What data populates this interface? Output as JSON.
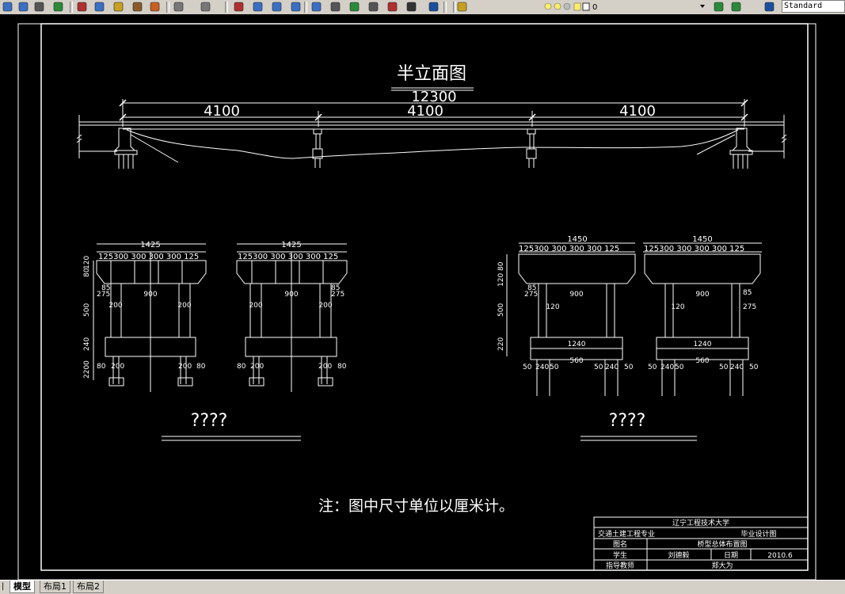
{
  "toolbar": {
    "layer_value": "0",
    "text_style": "Standard",
    "icons": [
      "open-icon",
      "save-icon",
      "print-icon",
      "preview-icon",
      "cut-icon",
      "copy-icon",
      "paste-icon",
      "matchprop-icon",
      "brush-icon",
      "undo-icon",
      "redo-icon",
      "pan-icon",
      "zoom-realtime-icon",
      "zoom-window-icon",
      "zoom-previous-icon",
      "properties-icon",
      "designcenter-icon",
      "toolpalettes-icon",
      "sheetset-icon",
      "markup-icon",
      "calculator-icon",
      "help-icon",
      "layer-manager-icon",
      "layer-state-icons",
      "layer-previous-icon",
      "textstyle-icon"
    ]
  },
  "drawing": {
    "title": "半立面图",
    "total_span": "12300",
    "spans": [
      "4100",
      "4100",
      "4100"
    ],
    "pier_labels": [
      "????",
      "????"
    ],
    "note": "注：图中尺寸单位以厘米计。",
    "section_a": {
      "width": "1425",
      "divisions": "125300  300  300  300 125",
      "heights": [
        "80",
        "120",
        "500",
        "240",
        "2200"
      ],
      "labels": [
        "85",
        "275",
        "900",
        "200",
        "200",
        "80",
        "200",
        "200",
        "80"
      ]
    },
    "section_b": {
      "width": "1425",
      "divisions": "125300  300  300  300 125",
      "labels": [
        "85",
        "275",
        "900",
        "200",
        "200",
        "80",
        "200",
        "200",
        "80"
      ]
    },
    "section_c": {
      "width": "1450",
      "divisions": "125300   300   300   300 125",
      "heights": [
        "80",
        "120",
        "500",
        "220"
      ],
      "labels": [
        "85",
        "275",
        "900",
        "120",
        "1240",
        "560",
        "50",
        "240",
        "50",
        "50",
        "240",
        "50"
      ]
    },
    "section_d": {
      "width": "1450",
      "divisions": "125300   300   300   300 125",
      "labels": [
        "85",
        "275",
        "900",
        "120",
        "1240",
        "560",
        "50",
        "240",
        "50",
        "50",
        "240",
        "50"
      ]
    }
  },
  "title_block": {
    "school": "辽宁工程技术大学",
    "major": "交通土建工程专业",
    "design_type": "毕业设计图",
    "drawing_name_label": "图名",
    "drawing_name": "桥型总体布置图",
    "student_label": "学生",
    "student": "刘德毅",
    "date_label": "日期",
    "date": "2010.6",
    "advisor_label": "指导教师",
    "advisor": "郑大为"
  },
  "tabs": {
    "model": "模型",
    "layout1": "布局1",
    "layout2": "布局2"
  }
}
